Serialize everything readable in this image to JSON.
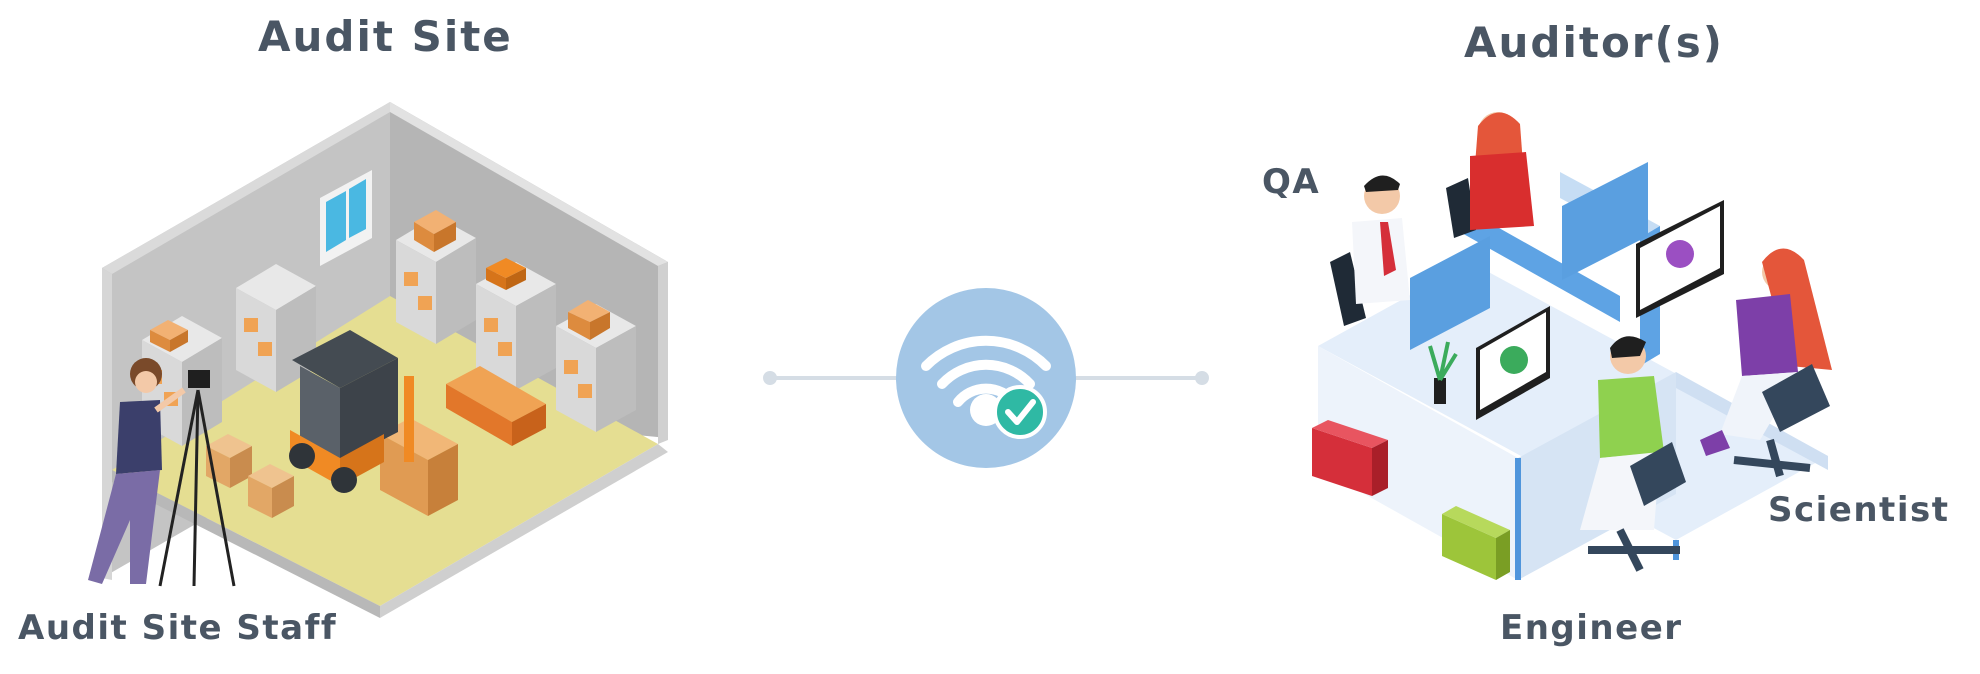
{
  "diagram": {
    "left_title": "Audit Site",
    "right_title": "Auditor(s)",
    "labels": {
      "site_staff": "Audit Site Staff",
      "qa": "QA",
      "scientist": "Scientist",
      "engineer": "Engineer"
    },
    "connection": {
      "icon": "wifi-check-icon"
    }
  },
  "colors": {
    "text": "#4a5664",
    "wifi_circle": "#a3c6e6",
    "check_badge": "#2fb9a4",
    "connector_line": "#d5dde5",
    "floor": "#e5de92",
    "wall": "#c9c9c9",
    "forklift_orange": "#f08a24",
    "desk": "#e4eefa",
    "monitor": "#5a9fe0"
  }
}
